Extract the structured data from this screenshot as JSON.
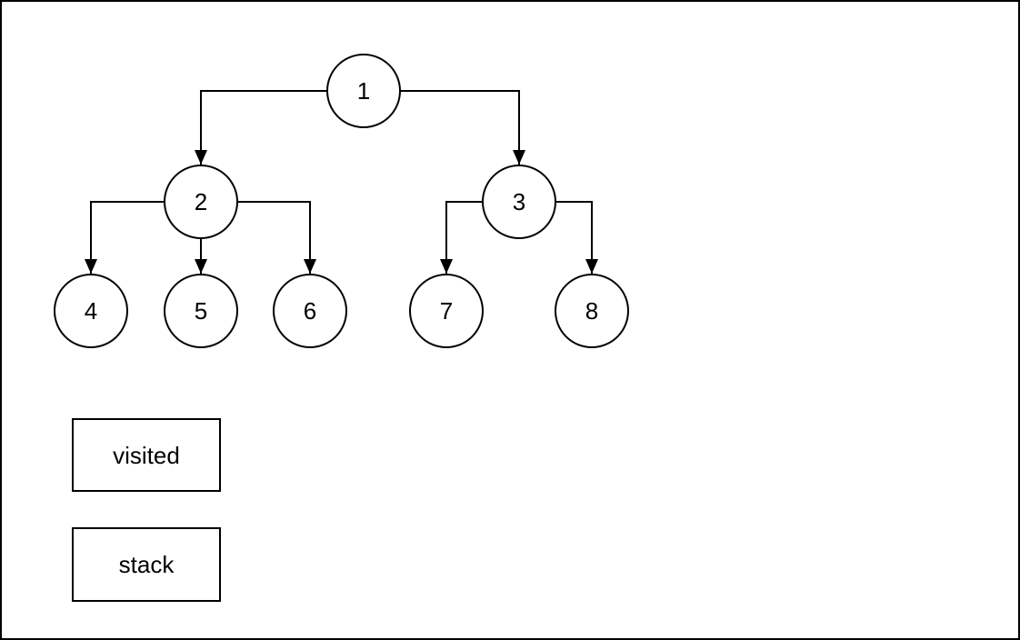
{
  "diagram": {
    "type": "tree",
    "description": "Binary tree traversal diagram with visited and stack containers",
    "nodes": [
      {
        "id": "1",
        "label": "1"
      },
      {
        "id": "2",
        "label": "2"
      },
      {
        "id": "3",
        "label": "3"
      },
      {
        "id": "4",
        "label": "4"
      },
      {
        "id": "5",
        "label": "5"
      },
      {
        "id": "6",
        "label": "6"
      },
      {
        "id": "7",
        "label": "7"
      },
      {
        "id": "8",
        "label": "8"
      }
    ],
    "edges": [
      {
        "from": "1",
        "to": "2"
      },
      {
        "from": "1",
        "to": "3"
      },
      {
        "from": "2",
        "to": "4"
      },
      {
        "from": "2",
        "to": "5"
      },
      {
        "from": "2",
        "to": "6"
      },
      {
        "from": "3",
        "to": "7"
      },
      {
        "from": "3",
        "to": "8"
      }
    ],
    "containers": [
      {
        "id": "visited",
        "label": "visited"
      },
      {
        "id": "stack",
        "label": "stack"
      }
    ]
  },
  "colors": {
    "stroke": "#000000",
    "node_fill": "#ffffff",
    "background": "#ffffff"
  }
}
